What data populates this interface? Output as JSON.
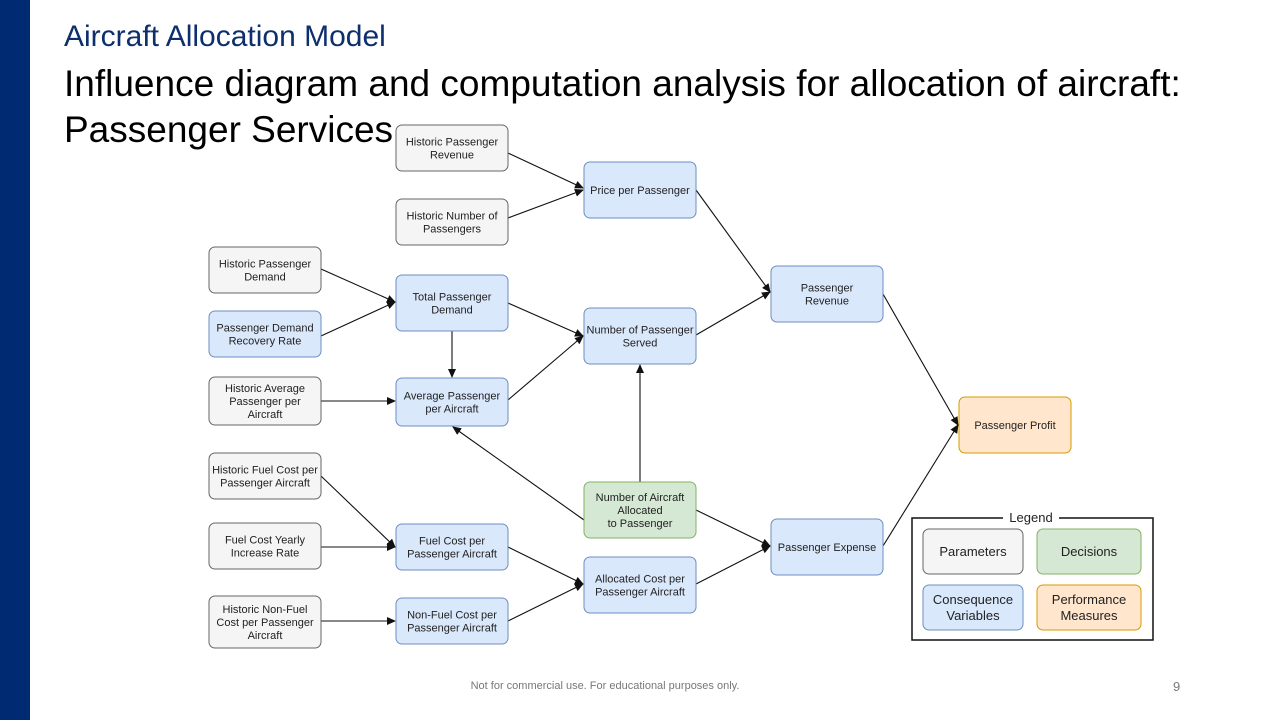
{
  "header": {
    "subtitle": "Aircraft Allocation Model",
    "title_line1": "Influence diagram and computation analysis for allocation of aircraft:",
    "title_line2": "Passenger Services"
  },
  "footer": {
    "note": "Not for commercial use. For educational purposes only.",
    "page_number": "9"
  },
  "colors": {
    "brand_sidebar": "#002a72",
    "parameter_fill": "#f5f5f5",
    "parameter_stroke": "#666666",
    "decision_fill": "#d5e8d4",
    "decision_stroke": "#82b366",
    "consequence_fill": "#dae8fc",
    "consequence_stroke": "#6c8ebf",
    "performance_fill": "#ffe6cc",
    "performance_stroke": "#d79b00"
  },
  "nodes": [
    {
      "id": "hist_rev",
      "type": "parameter",
      "lines": [
        "Historic Passenger",
        "Revenue"
      ]
    },
    {
      "id": "hist_num",
      "type": "parameter",
      "lines": [
        "Historic Number of",
        "Passengers"
      ]
    },
    {
      "id": "price",
      "type": "consequence",
      "lines": [
        "Price per Passenger"
      ]
    },
    {
      "id": "hist_dem",
      "type": "parameter",
      "lines": [
        "Historic Passenger",
        "Demand"
      ]
    },
    {
      "id": "recov",
      "type": "consequence",
      "lines": [
        "Passenger Demand",
        "Recovery Rate"
      ]
    },
    {
      "id": "total_dem",
      "type": "consequence",
      "lines": [
        "Total Passenger",
        "Demand"
      ]
    },
    {
      "id": "num_served",
      "type": "consequence",
      "lines": [
        "Number of Passenger",
        "Served"
      ]
    },
    {
      "id": "pax_rev",
      "type": "consequence",
      "lines": [
        "Passenger",
        "Revenue"
      ]
    },
    {
      "id": "hist_avg",
      "type": "parameter",
      "lines": [
        "Historic Average",
        "Passenger per",
        "Aircraft"
      ]
    },
    {
      "id": "avg_pax",
      "type": "consequence",
      "lines": [
        "Average Passenger",
        "per Aircraft"
      ]
    },
    {
      "id": "profit",
      "type": "performance",
      "lines": [
        "Passenger Profit"
      ]
    },
    {
      "id": "hist_fuel",
      "type": "parameter",
      "lines": [
        "Historic Fuel Cost per",
        "Passenger Aircraft"
      ]
    },
    {
      "id": "num_aircraft",
      "type": "decision",
      "lines": [
        "Number of Aircraft",
        "Allocated",
        "to Passenger"
      ]
    },
    {
      "id": "fuel_inc",
      "type": "parameter",
      "lines": [
        "Fuel Cost Yearly",
        "Increase Rate"
      ]
    },
    {
      "id": "fuel_cost",
      "type": "consequence",
      "lines": [
        "Fuel Cost per",
        "Passenger Aircraft"
      ]
    },
    {
      "id": "pax_exp",
      "type": "consequence",
      "lines": [
        "Passenger Expense"
      ]
    },
    {
      "id": "alloc_cost",
      "type": "consequence",
      "lines": [
        "Allocated Cost per",
        "Passenger Aircraft"
      ]
    },
    {
      "id": "hist_nonfuel",
      "type": "parameter",
      "lines": [
        "Historic Non-Fuel",
        "Cost per Passenger",
        "Aircraft"
      ]
    },
    {
      "id": "nonfuel_cost",
      "type": "consequence",
      "lines": [
        "Non-Fuel Cost per",
        "Passenger Aircraft"
      ]
    }
  ],
  "edges": [
    [
      "hist_rev",
      "price"
    ],
    [
      "hist_num",
      "price"
    ],
    [
      "price",
      "pax_rev"
    ],
    [
      "hist_dem",
      "total_dem"
    ],
    [
      "recov",
      "total_dem"
    ],
    [
      "total_dem",
      "num_served"
    ],
    [
      "total_dem",
      "avg_pax"
    ],
    [
      "hist_avg",
      "avg_pax"
    ],
    [
      "avg_pax",
      "num_served"
    ],
    [
      "num_served",
      "pax_rev"
    ],
    [
      "pax_rev",
      "profit"
    ],
    [
      "num_aircraft",
      "num_served"
    ],
    [
      "num_aircraft",
      "avg_pax"
    ],
    [
      "num_aircraft",
      "pax_exp"
    ],
    [
      "hist_fuel",
      "fuel_cost"
    ],
    [
      "fuel_inc",
      "fuel_cost"
    ],
    [
      "fuel_cost",
      "alloc_cost"
    ],
    [
      "hist_nonfuel",
      "nonfuel_cost"
    ],
    [
      "nonfuel_cost",
      "alloc_cost"
    ],
    [
      "alloc_cost",
      "pax_exp"
    ],
    [
      "pax_exp",
      "profit"
    ]
  ],
  "legend": {
    "title": "Legend",
    "items": [
      {
        "type": "parameter",
        "lines": [
          "Parameters"
        ]
      },
      {
        "type": "decision",
        "lines": [
          "Decisions"
        ]
      },
      {
        "type": "consequence",
        "lines": [
          "Consequence",
          "Variables"
        ]
      },
      {
        "type": "performance",
        "lines": [
          "Performance",
          "Measures"
        ]
      }
    ]
  }
}
